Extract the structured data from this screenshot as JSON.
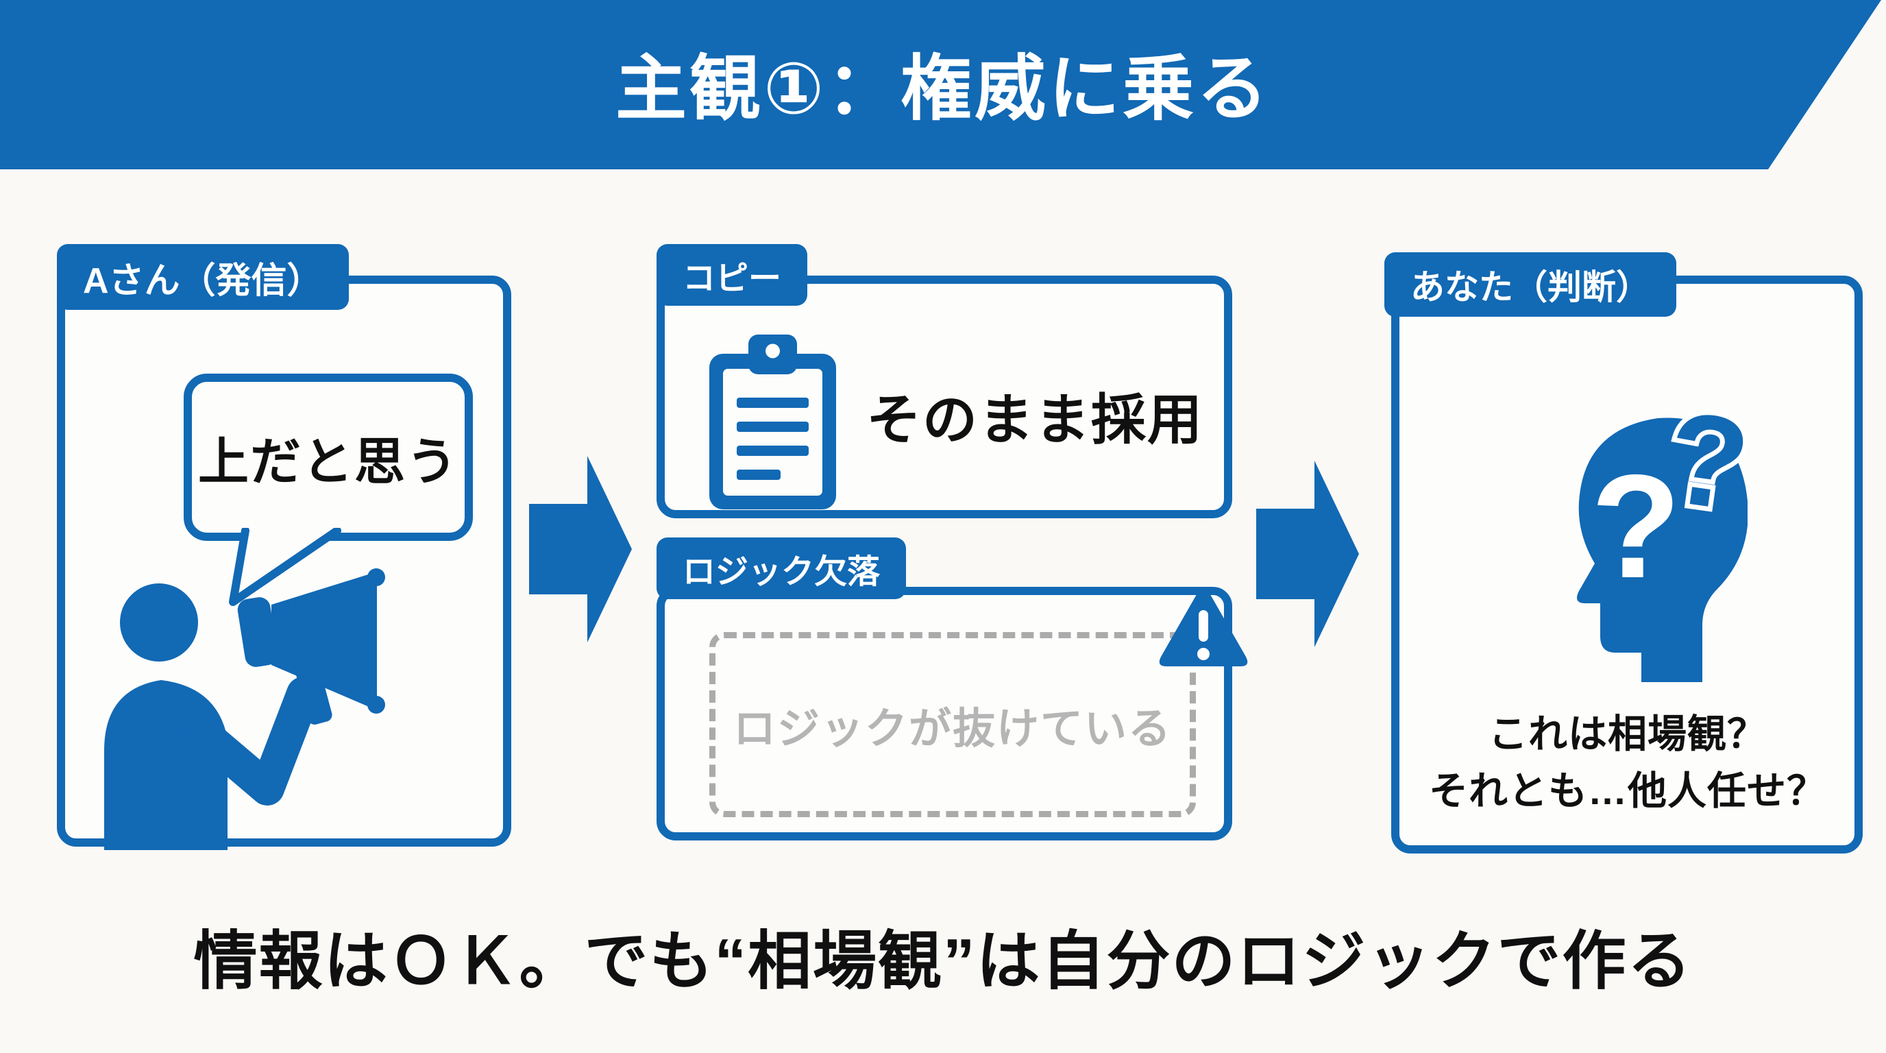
{
  "colors": {
    "blue": "#1269b4",
    "panel_bg": "#fdfdfb",
    "page_bg": "#faf9f6",
    "gray_dash": "#ababab",
    "gray_text": "#b5b5b5",
    "text": "#101010",
    "title_text": "#ffffff"
  },
  "header": {
    "title": "主観①：権威に乗る"
  },
  "flow": {
    "sender": {
      "tab": "Aさん（発信）",
      "speech": "上だと思う"
    },
    "copy": {
      "tab": "コピー",
      "label": "そのまま採用"
    },
    "logic_gap": {
      "tab": "ロジック欠落",
      "placeholder": "ロジックが抜けている"
    },
    "you": {
      "tab": "あなた（判断）",
      "question_line1": "これは相場観？",
      "question_line2": "それとも…他人任せ？"
    }
  },
  "footer": {
    "message": "情報はＯＫ。でも“相場観”は自分のロジックで作る"
  },
  "icons": {
    "person": "person-megaphone-icon",
    "clipboard": "clipboard-icon",
    "warning": "warning-icon",
    "head": "head-question-icon",
    "arrow": "flow-arrow-icon"
  }
}
